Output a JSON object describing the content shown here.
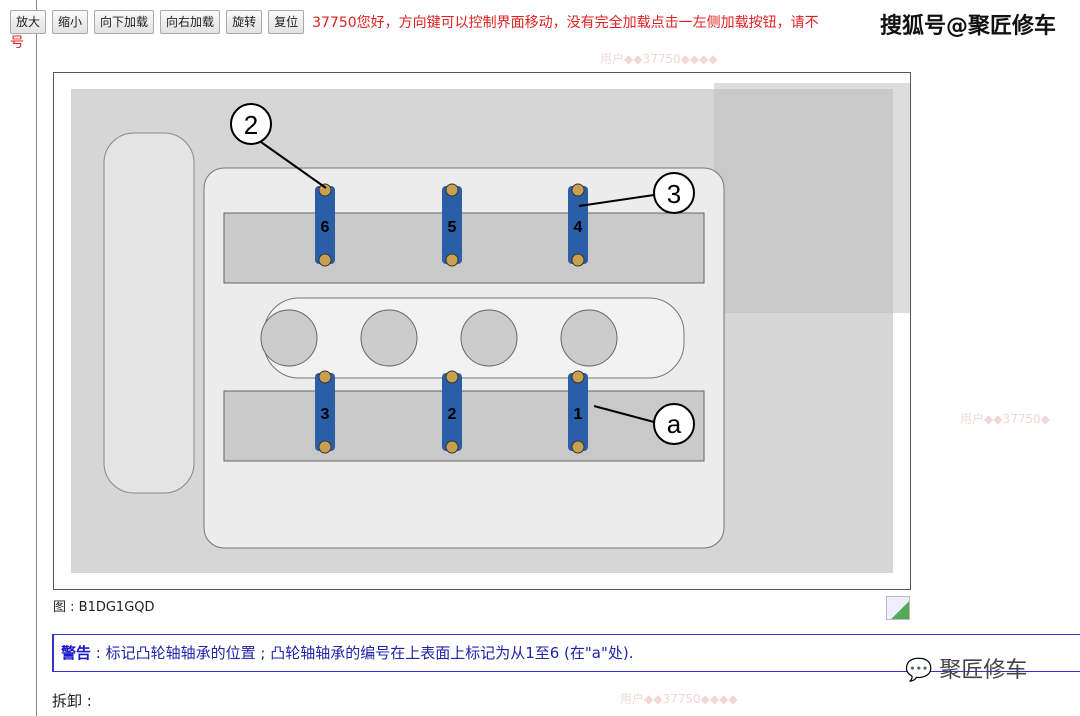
{
  "toolbar": {
    "buttons": [
      "放大",
      "缩小",
      "向下加载",
      "向右加载",
      "旋转",
      "复位"
    ],
    "notice": "37750您好，方向键可以控制界面移动，没有完全加载点击一左侧加载按钮，请不",
    "notice_cont": "号"
  },
  "watermark_top": "搜狐号@聚匠修车",
  "figure": {
    "callouts": [
      "2",
      "3",
      "a"
    ],
    "bearing_numbers_top": [
      "6",
      "5",
      "4"
    ],
    "bearing_numbers_bottom": [
      "3",
      "2",
      "1"
    ],
    "bearing_color": "#2a5fa8",
    "caption": "图 : B1DG1GQD"
  },
  "warning": {
    "label": "警告",
    "text": " : 标记凸轮轴轴承的位置 ; 凸轮轴轴承的编号在上表面上标记为从1至6 (在\"a\"处)."
  },
  "watermark_bottom": "聚匠修车",
  "section": {
    "title": "拆卸 :"
  }
}
